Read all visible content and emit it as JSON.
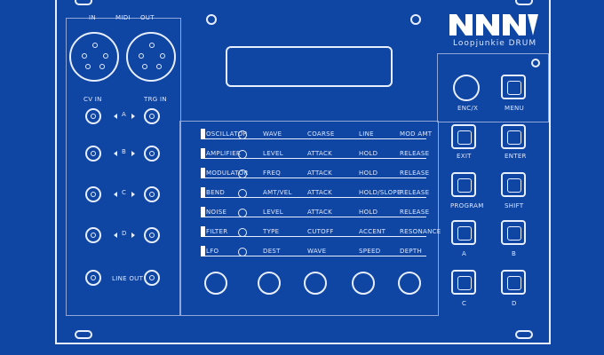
{
  "brand": {
    "logo_text": "NNN",
    "subtitle": "Loopjunkie DRUM"
  },
  "midi": {
    "in_label": "IN",
    "midi_label": "MIDI",
    "out_label": "OUT"
  },
  "inputs": {
    "cv_in": "CV IN",
    "trg_in": "TRG IN",
    "line_out": "LINE OUT",
    "row_a": "A",
    "row_b": "B",
    "row_c": "C",
    "row_d": "D"
  },
  "matrix_rows": [
    {
      "section": "OSCILLATOR",
      "p1": "WAVE",
      "p2": "COARSE",
      "p3": "LINE",
      "p4": "MOD AMT"
    },
    {
      "section": "AMPLIFIER",
      "p1": "LEVEL",
      "p2": "ATTACK",
      "p3": "HOLD",
      "p4": "RELEASE"
    },
    {
      "section": "MODULATOR",
      "p1": "FREQ",
      "p2": "ATTACK",
      "p3": "HOLD",
      "p4": "RELEASE"
    },
    {
      "section": "BEND",
      "p1": "AMT/VEL",
      "p2": "ATTACK",
      "p3": "HOLD/SLOPE",
      "p4": "RELEASE"
    },
    {
      "section": "NOISE",
      "p1": "LEVEL",
      "p2": "ATTACK",
      "p3": "HOLD",
      "p4": "RELEASE"
    },
    {
      "section": "FILTER",
      "p1": "TYPE",
      "p2": "CUTOFF",
      "p3": "ACCENT",
      "p4": "RESONANCE"
    },
    {
      "section": "LFO",
      "p1": "DEST",
      "p2": "WAVE",
      "p3": "SPEED",
      "p4": "DEPTH"
    }
  ],
  "buttons": {
    "encoder": "ENC/X",
    "menu": "MENU",
    "exit": "EXIT",
    "enter": "ENTER",
    "program": "PROGRAM",
    "shift": "SHIFT",
    "a": "A",
    "b": "B",
    "c": "C",
    "d": "D"
  },
  "colors": {
    "panel": "#0f45a3",
    "silk": "#e7eeff"
  }
}
